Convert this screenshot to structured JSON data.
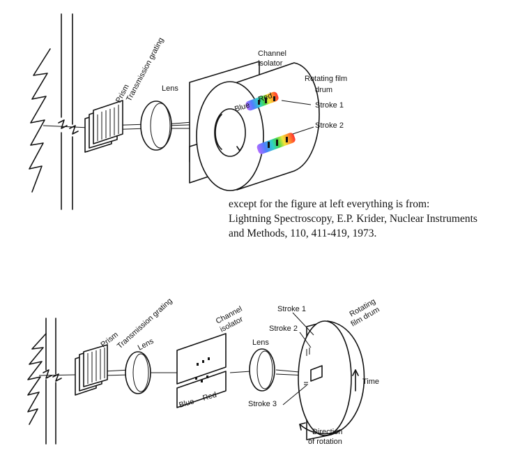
{
  "figure_top": {
    "labels": {
      "prism": "Prism",
      "grating": "Transmission grating",
      "lens": "Lens",
      "channel": "Channel",
      "isolator": "isolator",
      "rotating": "Rotating film",
      "drum": "drum",
      "blue": "Blue",
      "red": "Red",
      "stroke1": "Stroke 1",
      "stroke2": "Stroke 2"
    }
  },
  "citation": {
    "line1": "except for the figure at left everything is from:",
    "line2": "Lightning Spectroscopy, E.P. Krider, Nuclear Instruments",
    "line3": "and Methods, 110, 411-419, 1973."
  },
  "figure_bottom": {
    "labels": {
      "prism": "Prism",
      "grating": "Transmission grating",
      "lens1": "Lens",
      "channel": "Channel",
      "isolator": "isolator",
      "blue": "Blue",
      "red": "Red",
      "lens2": "Lens",
      "stroke1": "Stroke 1",
      "stroke2": "Stroke 2",
      "stroke3": "Stroke 3",
      "rotating": "Rotating",
      "film_drum": "film drum",
      "time": "Time",
      "direction": "Direction",
      "of_rotation": "of rotation"
    }
  },
  "colors": {
    "spectrum": [
      "#9a4dff",
      "#3b7bff",
      "#22c3c8",
      "#3ccf3c",
      "#f0e030",
      "#ff8a1e",
      "#ff2a2a"
    ]
  }
}
